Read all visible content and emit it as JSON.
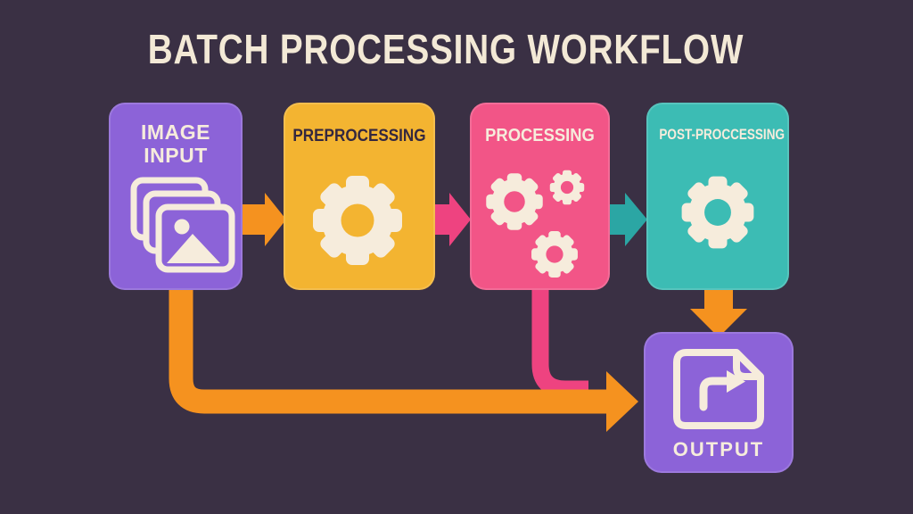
{
  "title": "BATCH PROCESSING WORKFLOW",
  "nodes": [
    {
      "id": "image-input",
      "label": "IMAGE INPUT",
      "label_line1": "IMAGE",
      "label_line2": "INPUT",
      "color": "#8c63d8",
      "icon": "image-stack-icon"
    },
    {
      "id": "preprocessing",
      "label": "PREPROCESSING",
      "color": "#f3b431",
      "icon": "gear-icon"
    },
    {
      "id": "processing",
      "label": "PROCESSING",
      "color": "#f25587",
      "icon": "gears-icon"
    },
    {
      "id": "post-processing",
      "label": "POST-PROCCESSING",
      "color": "#3cbcb4",
      "icon": "gear-icon"
    },
    {
      "id": "output",
      "label": "OUTPUT",
      "color": "#8c63d8",
      "icon": "export-document-icon"
    }
  ],
  "connections": [
    {
      "from": "image-input",
      "to": "preprocessing",
      "type": "arrow-right",
      "color": "#f5921f"
    },
    {
      "from": "preprocessing",
      "to": "processing",
      "type": "arrow-right",
      "color": "#ee4380"
    },
    {
      "from": "processing",
      "to": "post-processing",
      "type": "arrow-right",
      "color": "#2ba6a4"
    },
    {
      "from": "post-processing",
      "to": "output",
      "type": "arrow-down",
      "color": "#f5921f"
    },
    {
      "from": "image-input",
      "to": "output",
      "type": "elbow-arrow",
      "color": "#f5921f"
    },
    {
      "from": "processing",
      "to": "output",
      "type": "elbow-merge",
      "color": "#ee4380"
    }
  ],
  "colors": {
    "background": "#3a3044",
    "title_text": "#f3e9d6",
    "icon_cream": "#f6ecdc",
    "dark_label": "#34273f",
    "orange": "#f5921f",
    "pink": "#ee4380",
    "teal": "#2ba6a4",
    "purple": "#8c63d8",
    "yellow": "#f3b431"
  }
}
